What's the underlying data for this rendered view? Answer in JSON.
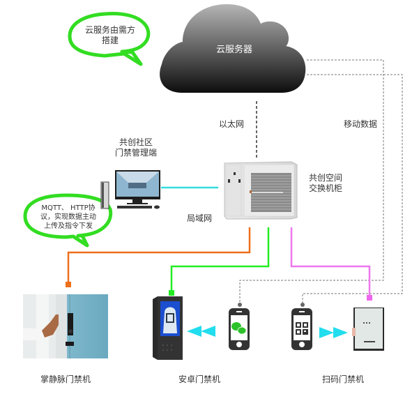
{
  "cloud": {
    "label": "云服务器"
  },
  "callouts": {
    "cloud_note": {
      "line1": "云服务由需方",
      "line2": "搭建"
    },
    "protocol_note": {
      "line1": "MQTT、 HTTP协",
      "line2": "议，实现数据主动",
      "line3": "上传及指令下发"
    }
  },
  "connections": {
    "ethernet": "以太网",
    "mobile_data": "移动数据",
    "lan": "局域网"
  },
  "nodes": {
    "management": {
      "line1": "共创社区",
      "line2": "门禁管理端"
    },
    "switch_cabinet": {
      "line1": "共创空间",
      "line2": "交换机柜"
    },
    "palm_vein": {
      "label": "掌静脉门禁机"
    },
    "android": {
      "label": "安卓门禁机"
    },
    "scan_code": {
      "label": "扫码门禁机"
    }
  },
  "colors": {
    "callout_green": "#33dd22",
    "lan_cyan": "#33dddd",
    "palm_line_orange": "#ee6f1a",
    "android_line_green": "#22ee22",
    "scan_line_pink": "#ee77ee",
    "arrow_cyan": "#22ddee",
    "dashed_gray": "#777777"
  }
}
